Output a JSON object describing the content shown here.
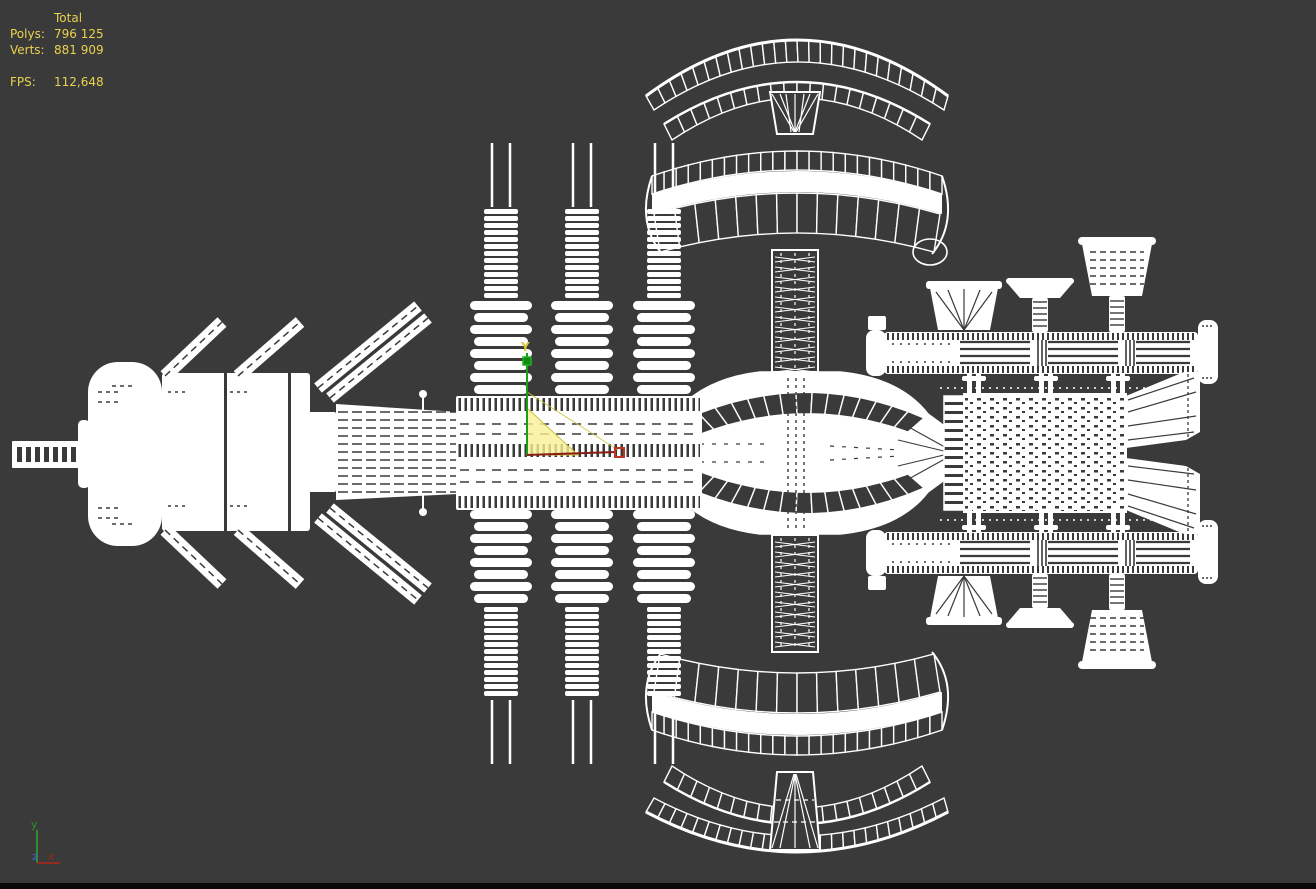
{
  "viewport": {
    "stats": {
      "total_label": "Total",
      "polys_label": "Polys:",
      "polys_value": "796 125",
      "verts_label": "Verts:",
      "verts_value": "881 909",
      "fps_label": "FPS:",
      "fps_value": "112,648"
    },
    "gizmo": {
      "y_axis_label": "Y"
    },
    "axis_tripod": {
      "x_label": "x",
      "y_label": "y",
      "z_label": "z"
    }
  },
  "colors": {
    "background": "#3a3a3a",
    "wireframe": "#ffffff",
    "stats_text": "#e8d24f",
    "bottom_bar": "#0a0a0a",
    "gizmo_x_axis": "#8a1d12",
    "gizmo_x_marker": "#c03424",
    "gizmo_y_axis": "#18a018",
    "gizmo_label": "#d8c83c",
    "gizmo_plane_fill": "rgba(247,240,150,0.8)",
    "gizmo_plane_stroke": "#cdc23e",
    "tripod_x": "#952a20",
    "tripod_y": "#2f8f2f",
    "tripod_z": "#4a5fd4"
  }
}
